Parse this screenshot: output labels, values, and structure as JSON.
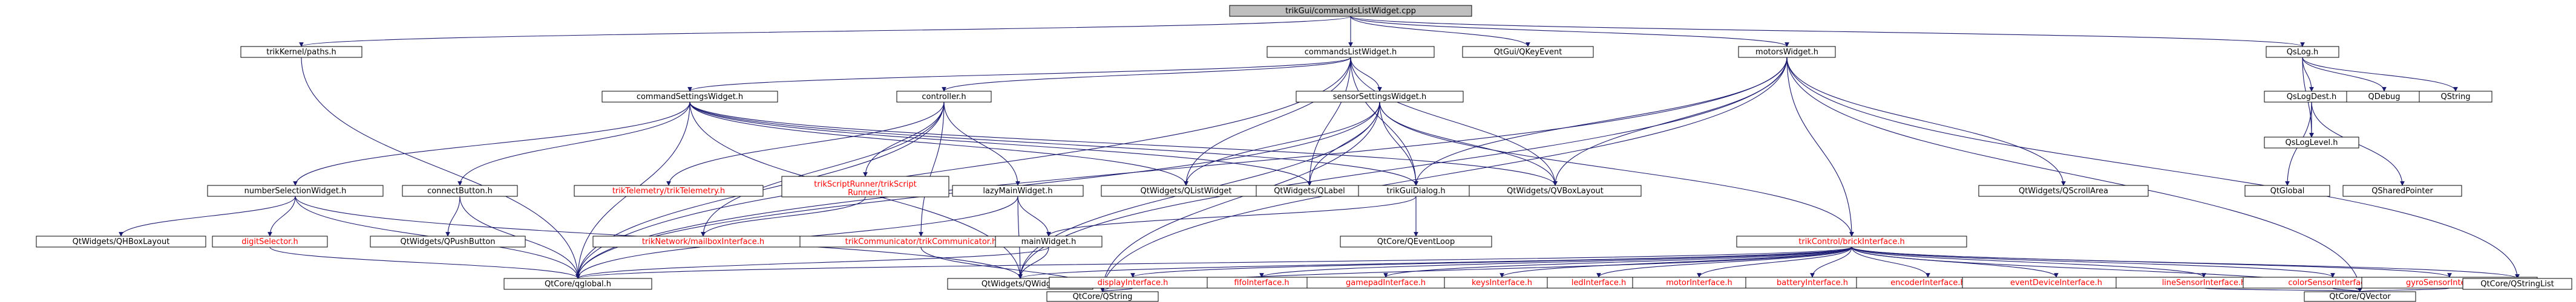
{
  "diagram": {
    "root": "trikGui/commandsListWidget.cpp",
    "colors": {
      "root_fill": "#bfbfbf",
      "node_fill": "#ffffff",
      "external_text": "#ff0000",
      "edge": "#191970"
    },
    "nodes": [
      {
        "id": "root",
        "label": "trikGui/commandsListWidget.cpp",
        "kind": "root"
      },
      {
        "id": "paths",
        "label": "trikKernel/paths.h"
      },
      {
        "id": "clw",
        "label": "commandsListWidget.h"
      },
      {
        "id": "qkeyevent",
        "label": "QtGui/QKeyEvent"
      },
      {
        "id": "motors",
        "label": "motorsWidget.h"
      },
      {
        "id": "qslog",
        "label": "QsLog.h"
      },
      {
        "id": "csw",
        "label": "commandSettingsWidget.h"
      },
      {
        "id": "controller",
        "label": "controller.h"
      },
      {
        "id": "ssw",
        "label": "sensorSettingsWidget.h"
      },
      {
        "id": "qslogdest",
        "label": "QsLogDest.h"
      },
      {
        "id": "qdebug",
        "label": "QDebug"
      },
      {
        "id": "qstring_top",
        "label": "QString"
      },
      {
        "id": "nsw",
        "label": "numberSelectionWidget.h"
      },
      {
        "id": "connect",
        "label": "connectButton.h"
      },
      {
        "id": "trikTelemetry",
        "label": "trikTelemetry/trikTelemetry.h",
        "kind": "external"
      },
      {
        "id": "trikScriptRunner",
        "label": "trikScriptRunner/trikScript Runner.h",
        "kind": "external"
      },
      {
        "id": "lazy",
        "label": "lazyMainWidget.h"
      },
      {
        "id": "qlistwidget",
        "label": "QtWidgets/QListWidget"
      },
      {
        "id": "qlabel",
        "label": "QtWidgets/QLabel"
      },
      {
        "id": "trikguidialog",
        "label": "trikGuiDialog.h"
      },
      {
        "id": "qvboxlayout",
        "label": "QtWidgets/QVBoxLayout"
      },
      {
        "id": "qscrollarea",
        "label": "QtWidgets/QScrollArea"
      },
      {
        "id": "qtglobal_r",
        "label": "QtGlobal"
      },
      {
        "id": "qsharedpointer",
        "label": "QSharedPointer"
      },
      {
        "id": "qsloglevel",
        "label": "QsLogLevel.h"
      },
      {
        "id": "qhboxlayout",
        "label": "QtWidgets/QHBoxLayout"
      },
      {
        "id": "digit",
        "label": "digitSelector.h",
        "kind": "external"
      },
      {
        "id": "qpushbutton",
        "label": "QtWidgets/QPushButton"
      },
      {
        "id": "mailbox",
        "label": "trikNetwork/mailboxInterface.h",
        "kind": "external"
      },
      {
        "id": "communicator",
        "label": "trikCommunicator/trikCommunicator.h",
        "kind": "external"
      },
      {
        "id": "mainwidget",
        "label": "mainWidget.h"
      },
      {
        "id": "qeventloop",
        "label": "QtCore/QEventLoop"
      },
      {
        "id": "brick",
        "label": "trikControl/brickInterface.h",
        "kind": "external"
      },
      {
        "id": "qtglobal_h",
        "label": "QtCore/qglobal.h"
      },
      {
        "id": "qwidget",
        "label": "QtWidgets/QWidget"
      },
      {
        "id": "display",
        "label": "displayInterface.h",
        "kind": "external"
      },
      {
        "id": "fifo",
        "label": "fifoInterface.h",
        "kind": "external"
      },
      {
        "id": "gamepad",
        "label": "gamepadInterface.h",
        "kind": "external"
      },
      {
        "id": "keys",
        "label": "keysInterface.h",
        "kind": "external"
      },
      {
        "id": "led",
        "label": "ledInterface.h",
        "kind": "external"
      },
      {
        "id": "motorI",
        "label": "motorInterface.h",
        "kind": "external"
      },
      {
        "id": "battery",
        "label": "batteryInterface.h",
        "kind": "external"
      },
      {
        "id": "encoder",
        "label": "encoderInterface.h",
        "kind": "external"
      },
      {
        "id": "event",
        "label": "eventDeviceInterface.h",
        "kind": "external"
      },
      {
        "id": "lineSensor",
        "label": "lineSensorInterface.h",
        "kind": "external"
      },
      {
        "id": "colorSensor",
        "label": "colorSensorInterface.h",
        "kind": "external"
      },
      {
        "id": "gyro",
        "label": "gyroSensorInterface.h",
        "kind": "external"
      },
      {
        "id": "qstringlist",
        "label": "QtCore/QStringList"
      },
      {
        "id": "qvector",
        "label": "QtCore/QVector"
      },
      {
        "id": "qcorestring",
        "label": "QtCore/QString"
      }
    ],
    "edges": [
      [
        "root",
        "paths"
      ],
      [
        "root",
        "clw"
      ],
      [
        "root",
        "qkeyevent"
      ],
      [
        "root",
        "motors"
      ],
      [
        "root",
        "qslog"
      ],
      [
        "paths",
        "qtglobal_h"
      ],
      [
        "clw",
        "csw"
      ],
      [
        "clw",
        "controller"
      ],
      [
        "clw",
        "ssw"
      ],
      [
        "clw",
        "qlistwidget"
      ],
      [
        "clw",
        "qlabel"
      ],
      [
        "clw",
        "trikguidialog"
      ],
      [
        "clw",
        "qvboxlayout"
      ],
      [
        "clw",
        "qtglobal_h"
      ],
      [
        "motors",
        "trikguidialog"
      ],
      [
        "motors",
        "qvboxlayout"
      ],
      [
        "motors",
        "qscrollarea"
      ],
      [
        "motors",
        "brick"
      ],
      [
        "motors",
        "qwidget"
      ],
      [
        "motors",
        "qtglobal_h"
      ],
      [
        "motors",
        "qstringlist"
      ],
      [
        "motors",
        "qvector"
      ],
      [
        "motors",
        "qcorestring"
      ],
      [
        "qslog",
        "qslogdest"
      ],
      [
        "qslog",
        "qsloglevel"
      ],
      [
        "qslog",
        "qdebug"
      ],
      [
        "qslog",
        "qstring_top"
      ],
      [
        "qslogdest",
        "qsloglevel"
      ],
      [
        "qslogdest",
        "qtglobal_r"
      ],
      [
        "qslogdest",
        "qsharedpointer"
      ],
      [
        "csw",
        "nsw"
      ],
      [
        "csw",
        "connect"
      ],
      [
        "csw",
        "qlistwidget"
      ],
      [
        "csw",
        "qlabel"
      ],
      [
        "csw",
        "trikguidialog"
      ],
      [
        "csw",
        "qvboxlayout"
      ],
      [
        "csw",
        "qwidget"
      ],
      [
        "csw",
        "qtglobal_h"
      ],
      [
        "controller",
        "trikTelemetry"
      ],
      [
        "controller",
        "trikScriptRunner"
      ],
      [
        "controller",
        "lazy"
      ],
      [
        "controller",
        "mailbox"
      ],
      [
        "controller",
        "communicator"
      ],
      [
        "controller",
        "qtglobal_h"
      ],
      [
        "ssw",
        "qlistwidget"
      ],
      [
        "ssw",
        "qlabel"
      ],
      [
        "ssw",
        "trikguidialog"
      ],
      [
        "ssw",
        "qvboxlayout"
      ],
      [
        "ssw",
        "brick"
      ],
      [
        "ssw",
        "qtglobal_h"
      ],
      [
        "ssw",
        "qwidget"
      ],
      [
        "ssw",
        "qcorestring"
      ],
      [
        "nsw",
        "qhboxlayout"
      ],
      [
        "nsw",
        "digit"
      ],
      [
        "nsw",
        "qwidget"
      ],
      [
        "nsw",
        "qtglobal_h"
      ],
      [
        "digit",
        "qtglobal_h"
      ],
      [
        "connect",
        "qpushbutton"
      ],
      [
        "connect",
        "qtglobal_h"
      ],
      [
        "trikScriptRunner",
        "mailbox"
      ],
      [
        "communicator",
        "qcorestring"
      ],
      [
        "lazy",
        "mainwidget"
      ],
      [
        "lazy",
        "qwidget"
      ],
      [
        "lazy",
        "qtglobal_h"
      ],
      [
        "trikguidialog",
        "mainwidget"
      ],
      [
        "trikguidialog",
        "qeventloop"
      ],
      [
        "mainwidget",
        "qwidget"
      ],
      [
        "mainwidget",
        "qtglobal_h"
      ],
      [
        "brick",
        "display"
      ],
      [
        "brick",
        "fifo"
      ],
      [
        "brick",
        "gamepad"
      ],
      [
        "brick",
        "keys"
      ],
      [
        "brick",
        "led"
      ],
      [
        "brick",
        "motorI"
      ],
      [
        "brick",
        "battery"
      ],
      [
        "brick",
        "encoder"
      ],
      [
        "brick",
        "event"
      ],
      [
        "brick",
        "lineSensor"
      ],
      [
        "brick",
        "colorSensor"
      ],
      [
        "brick",
        "gyro"
      ],
      [
        "brick",
        "qstringlist"
      ],
      [
        "brick",
        "qvector"
      ],
      [
        "brick",
        "qwidget"
      ],
      [
        "brick",
        "qtglobal_h"
      ],
      [
        "brick",
        "qcorestring"
      ],
      [
        "display",
        "qcorestring"
      ],
      [
        "lineSensor",
        "qvector"
      ],
      [
        "colorSensor",
        "qvector"
      ],
      [
        "gyro",
        "qvector"
      ]
    ]
  }
}
